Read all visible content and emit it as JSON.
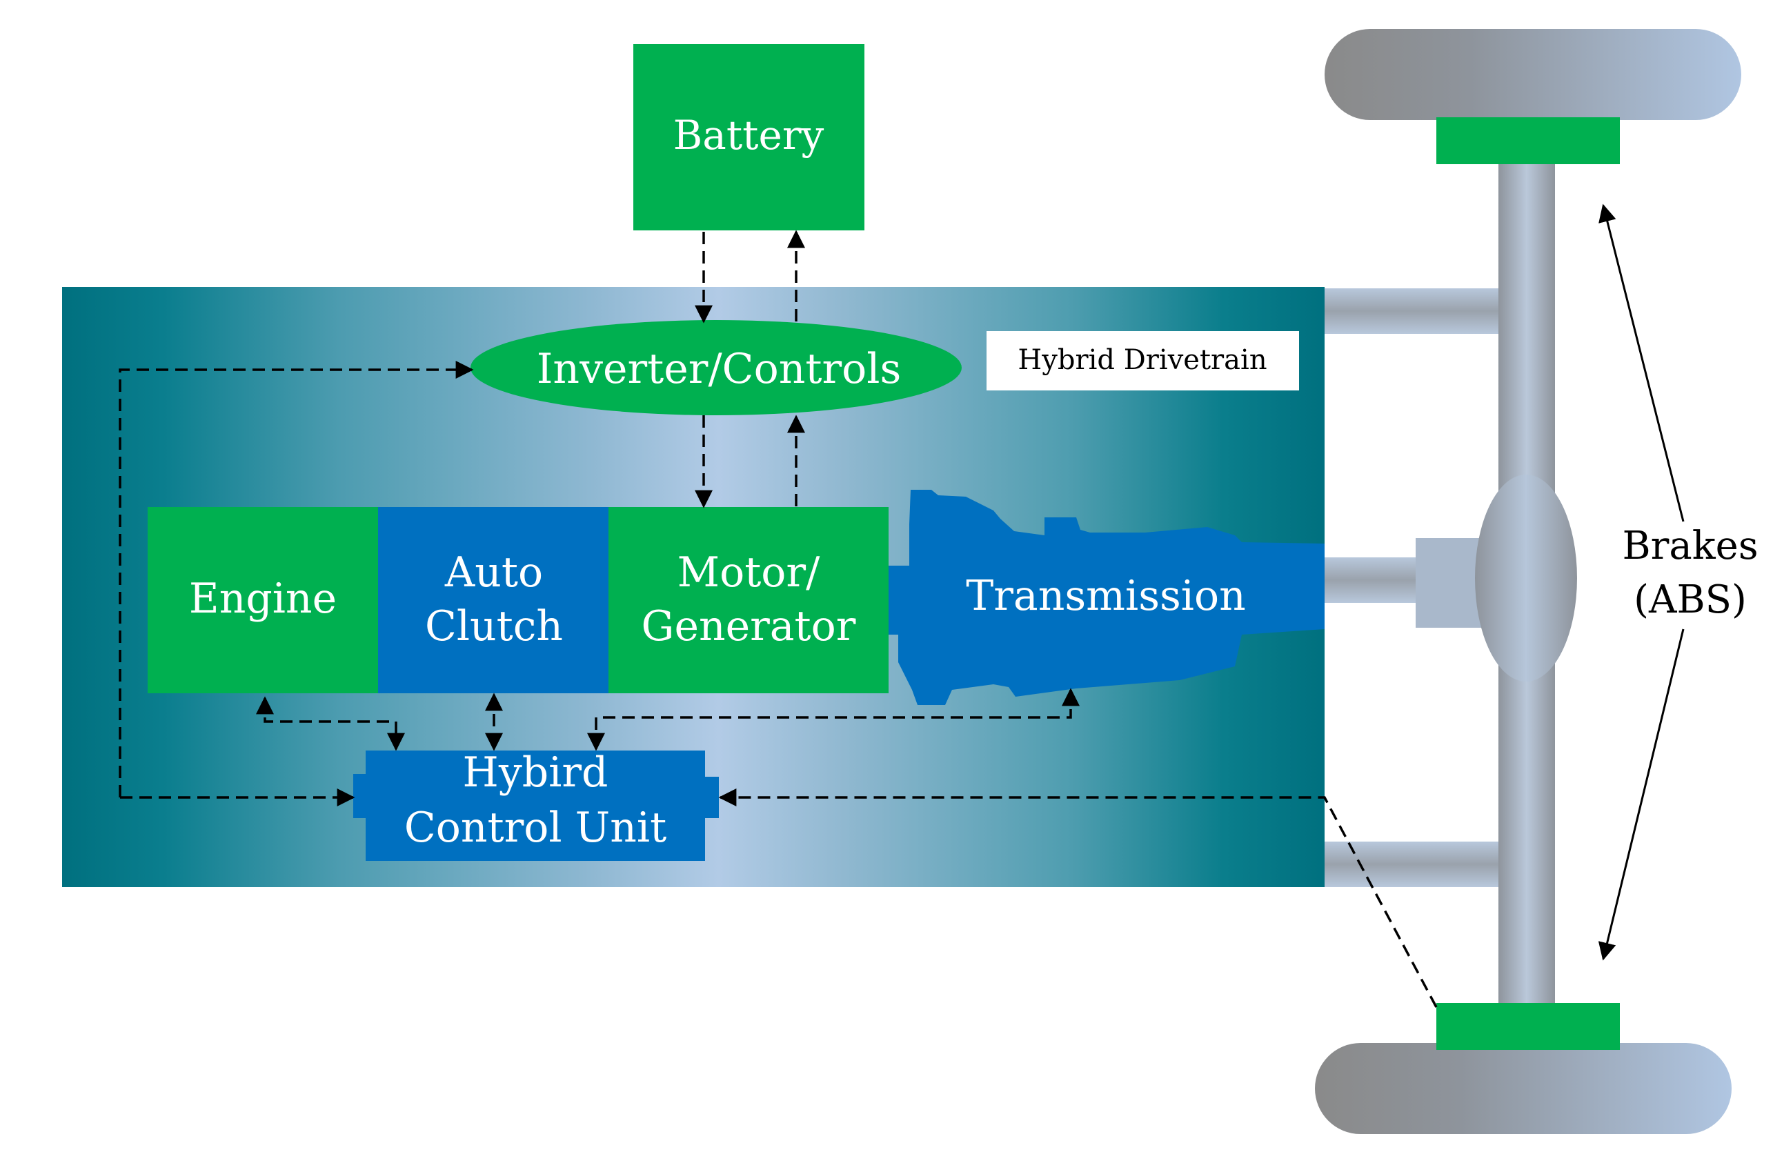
{
  "labels": {
    "battery": "Battery",
    "inverter": "Inverter/Controls",
    "drivetrain_tag": "Hybrid Drivetrain",
    "engine": "Engine",
    "clutch_line1": "Auto",
    "clutch_line2": "Clutch",
    "motor_line1": "Motor/",
    "motor_line2": "Generator",
    "transmission": "Transmission",
    "hcu_line1": "Hybird",
    "hcu_line2": "Control Unit",
    "brakes_line1": "Brakes",
    "brakes_line2": "(ABS)"
  },
  "colors": {
    "green": "#00B050",
    "blue": "#0070C0",
    "panel_edge": "#00707F",
    "panel_center": "#B0C8E4",
    "axle_gray": "#8E949C",
    "axle_light": "#B8C8DC",
    "wheel_dark": "#8A8A8A",
    "wheel_light": "#B0C4DE",
    "line": "#000000"
  }
}
